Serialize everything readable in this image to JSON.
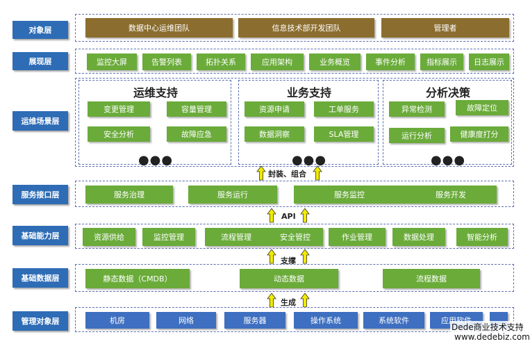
{
  "layers": {
    "object": "对象层",
    "presentation": "展现层",
    "scenario": "运维场景层",
    "service_api": "服务接口层",
    "capability": "基础能力层",
    "data": "基础数据层",
    "managed": "管理对象层"
  },
  "object_layer": [
    "数据中心运维团队",
    "信息技术部开发团队",
    "管理者"
  ],
  "presentation_layer": [
    "监控大屏",
    "告警列表",
    "拓扑关系",
    "应用架构",
    "业务概览",
    "事件分析",
    "指标展示",
    "日志展示"
  ],
  "scenario_layer": {
    "ops": {
      "title": "运维支持",
      "items": [
        "变更管理",
        "容量管理",
        "安全分析",
        "故障应急"
      ],
      "more": "●●●"
    },
    "biz": {
      "title": "业务支持",
      "items": [
        "资源申请",
        "工单服务",
        "数据洞察",
        "SLA管理"
      ],
      "more": "●●●"
    },
    "analysis": {
      "title": "分析决策",
      "items": [
        "异常检测",
        "故障定位",
        "运行分析",
        "健康度打分"
      ],
      "more": "●●●"
    }
  },
  "service_layer": [
    "服务治理",
    "服务运行",
    "服务监控",
    "服务开发"
  ],
  "capability_layer": [
    "资源供给",
    "监控管理",
    "流程管理",
    "安全管控",
    "作业管理",
    "数据处理",
    "智能分析"
  ],
  "data_layer": [
    "静态数据（CMDB）",
    "动态数据",
    "流程数据"
  ],
  "managed_layer": [
    "机房",
    "网络",
    "服务器",
    "操作系统",
    "系统软件",
    "应用软件"
  ],
  "connectors": {
    "encap": "封装、组合",
    "api": "API",
    "support": "支撑",
    "generate": "生成"
  },
  "watermark": {
    "line1": "Dede商业技术支持",
    "line2": "www.dedebiz.com"
  },
  "colors": {
    "layer_label": "#2e6cb5",
    "object_box": "#8b6d2f",
    "green_box": "#6aab3a",
    "blue_box": "#3e6fc0",
    "arrow": "#f2ea00"
  }
}
